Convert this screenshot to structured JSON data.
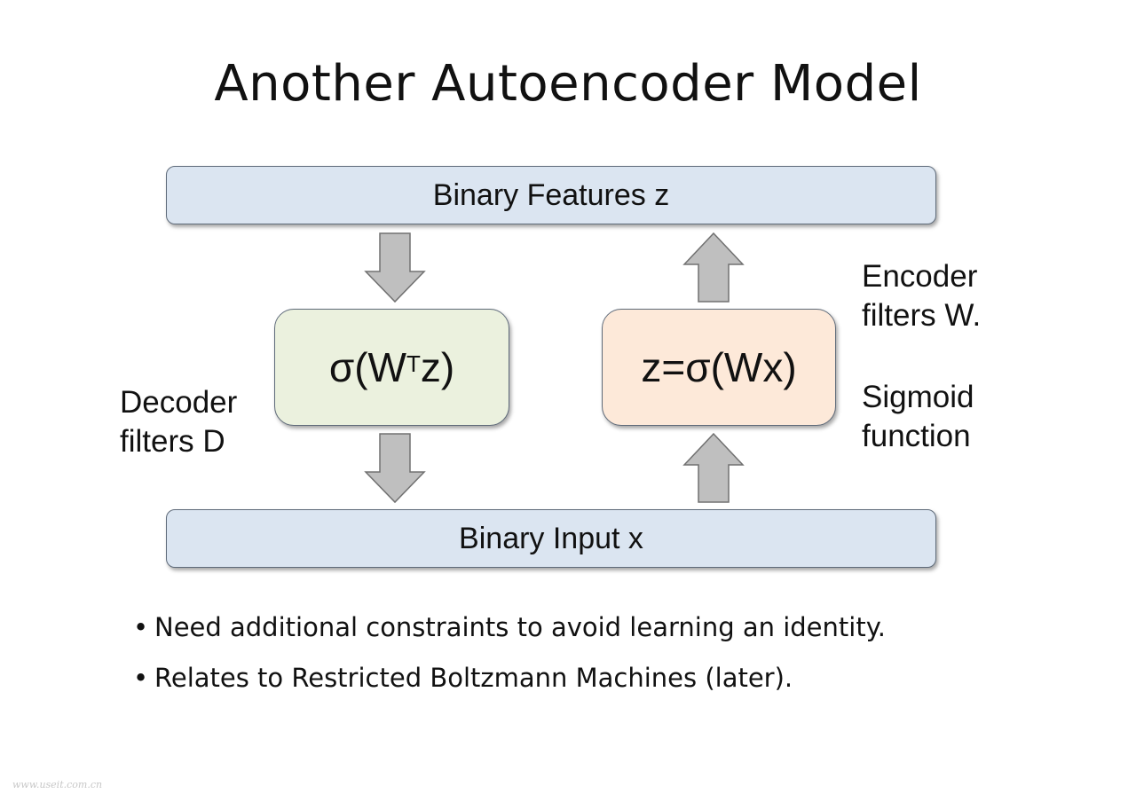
{
  "title": "Another Autoencoder Model",
  "diagram": {
    "top_bar": "Binary Features z",
    "bottom_bar": "Binary Input x",
    "decoder_box": {
      "prefix": "σ(W",
      "superscript": "T",
      "suffix": "z)"
    },
    "encoder_box": "z=σ(Wx)",
    "decoder_label": [
      "Decoder",
      "filters D"
    ],
    "encoder_label": [
      "Encoder",
      "filters W."
    ],
    "sigmoid_label": [
      "Sigmoid",
      "function"
    ]
  },
  "bullets": [
    "Need additional constraints to avoid learning an identity.",
    "Relates to Restricted Boltzmann Machines (later)."
  ],
  "watermark": "www.useit.com.cn",
  "colors": {
    "bar_fill": "#dbe5f1",
    "decoder_fill": "#ebf1de",
    "encoder_fill": "#fde9d9",
    "arrow_fill": "#bfbfbf"
  }
}
